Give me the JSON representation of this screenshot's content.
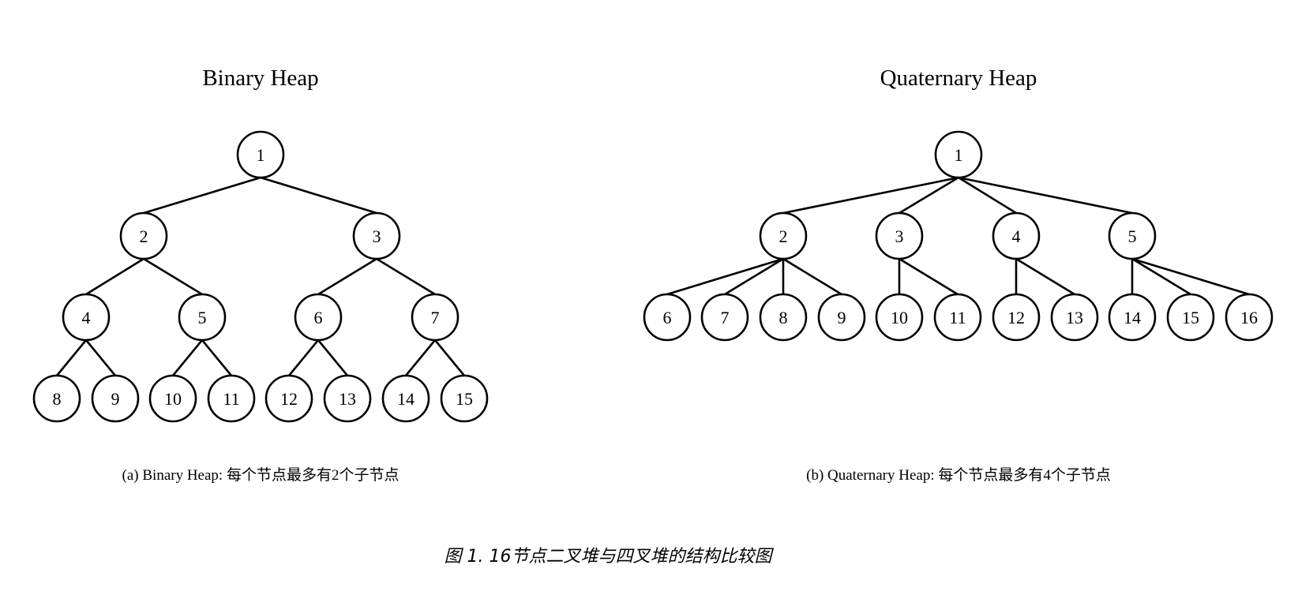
{
  "binary": {
    "title": "Binary Heap",
    "caption": "(a) Binary Heap: 每个节点最多有2个子节点",
    "nodes": [
      "1",
      "2",
      "3",
      "4",
      "5",
      "6",
      "7",
      "8",
      "9",
      "10",
      "11",
      "12",
      "13",
      "14",
      "15"
    ],
    "edges": [
      [
        0,
        1
      ],
      [
        0,
        2
      ],
      [
        1,
        3
      ],
      [
        1,
        4
      ],
      [
        2,
        5
      ],
      [
        2,
        6
      ],
      [
        3,
        7
      ],
      [
        3,
        8
      ],
      [
        4,
        9
      ],
      [
        4,
        10
      ],
      [
        5,
        11
      ],
      [
        5,
        12
      ],
      [
        6,
        13
      ],
      [
        6,
        14
      ]
    ]
  },
  "quaternary": {
    "title": "Quaternary Heap",
    "caption": "(b) Quaternary Heap: 每个节点最多有4个子节点",
    "nodes": [
      "1",
      "2",
      "3",
      "4",
      "5",
      "6",
      "7",
      "8",
      "9",
      "10",
      "11",
      "12",
      "13",
      "14",
      "15",
      "16"
    ],
    "edges": [
      [
        0,
        1
      ],
      [
        0,
        2
      ],
      [
        0,
        3
      ],
      [
        0,
        4
      ],
      [
        1,
        5
      ],
      [
        1,
        6
      ],
      [
        1,
        7
      ],
      [
        1,
        8
      ],
      [
        2,
        9
      ],
      [
        2,
        10
      ],
      [
        3,
        11
      ],
      [
        3,
        12
      ],
      [
        4,
        13
      ],
      [
        4,
        14
      ],
      [
        4,
        15
      ]
    ]
  },
  "figure_caption": "图 1. 16节点二叉堆与四叉堆的结构比较图"
}
